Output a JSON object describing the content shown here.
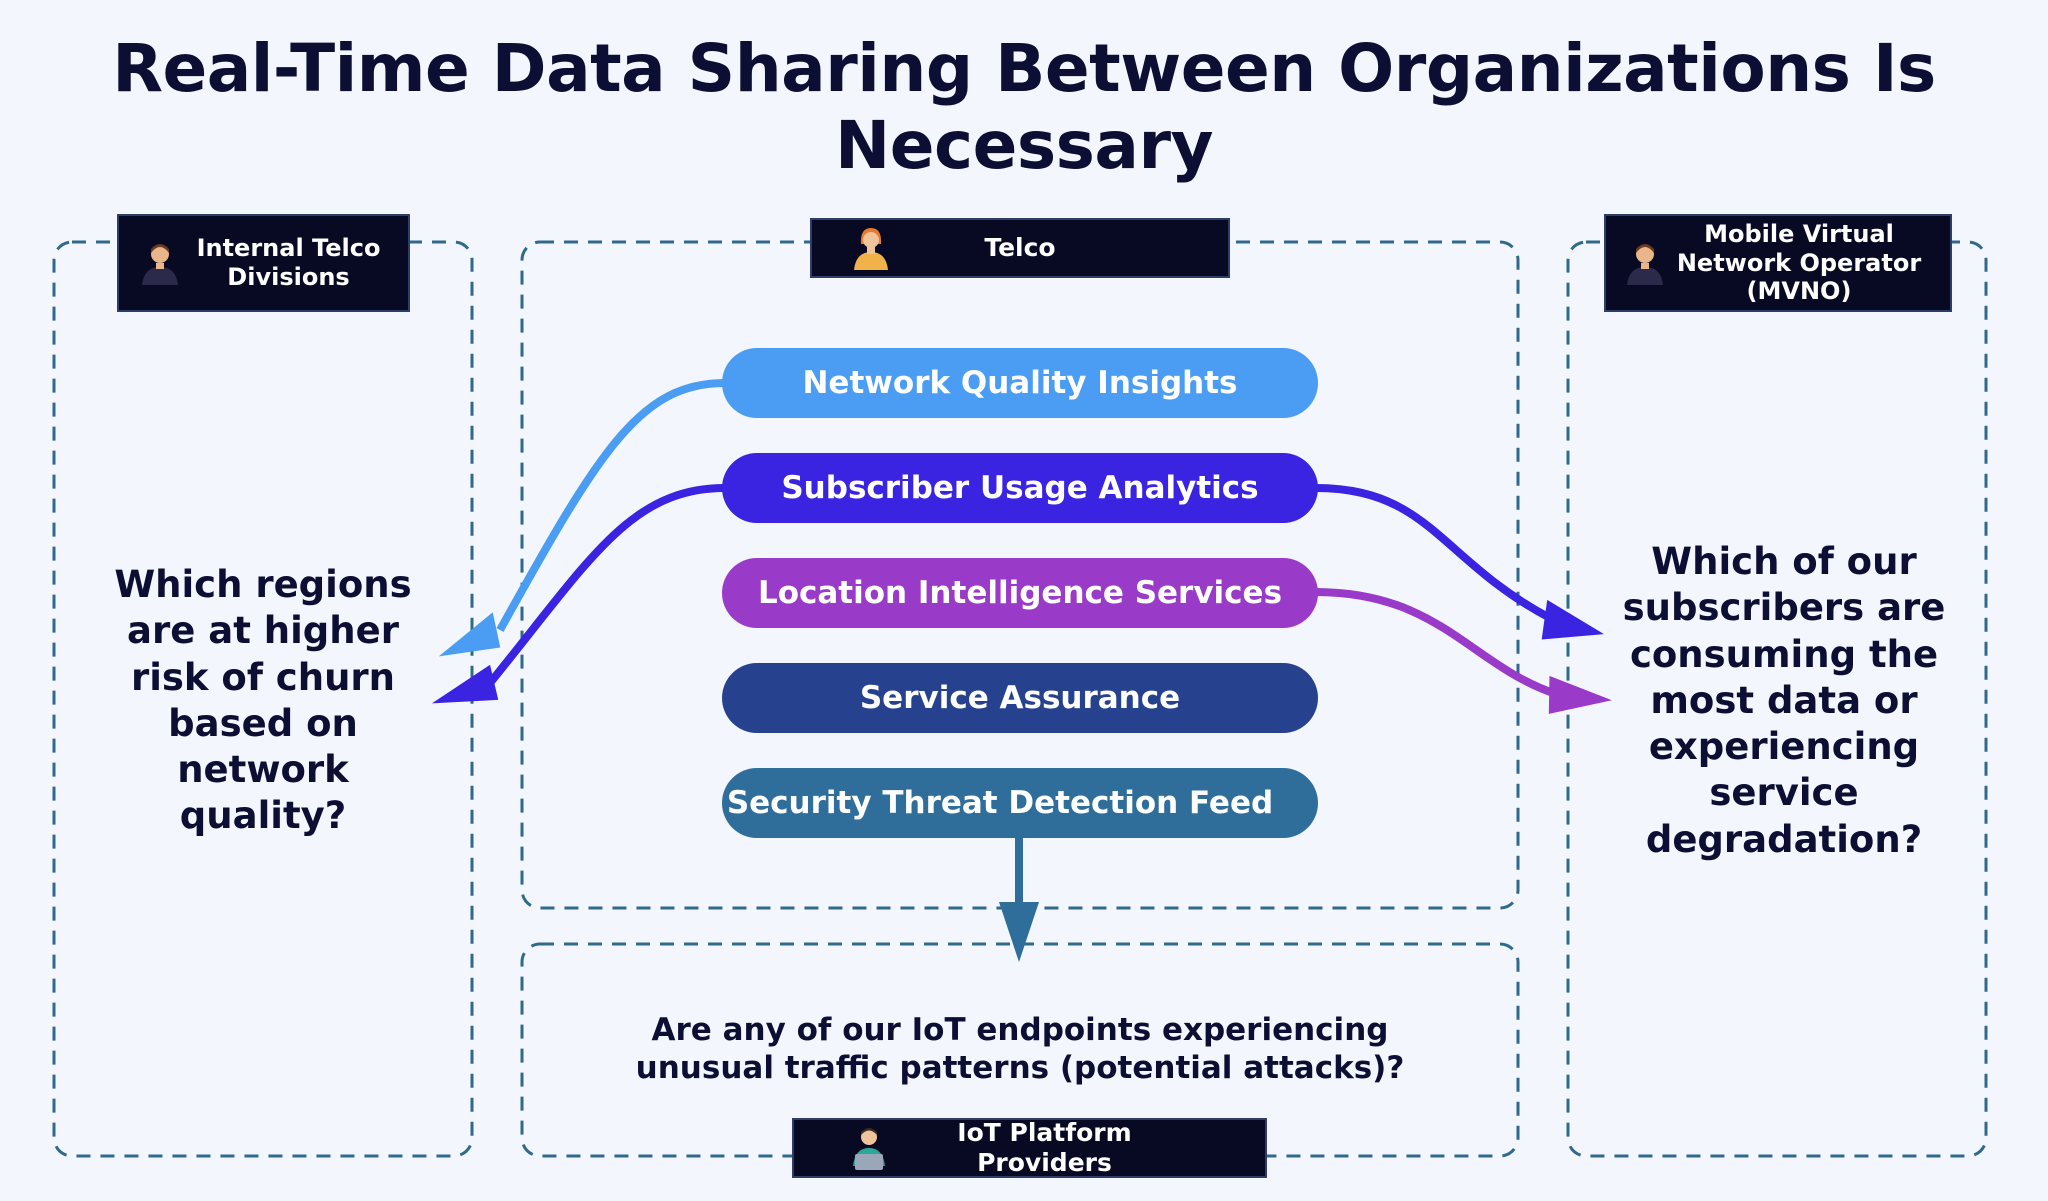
{
  "title": "Real-Time Data Sharing Between Organizations Is Necessary",
  "actors": {
    "internal": {
      "lines": [
        "Internal Telco",
        "Divisions"
      ],
      "icon": "person-icon"
    },
    "telco": {
      "label": "Telco",
      "icon": "person-icon"
    },
    "mvno": {
      "lines": [
        "Mobile Virtual",
        "Network Operator",
        "(MVNO)"
      ],
      "icon": "person-icon"
    },
    "iot": {
      "label": "IoT Platform Providers",
      "icon": "person-laptop-icon"
    }
  },
  "data_products": [
    {
      "label": "Network Quality Insights",
      "color": "#4a9df2"
    },
    {
      "label": "Subscriber Usage Analytics",
      "color": "#3a24e2"
    },
    {
      "label": "Location Intelligence Services",
      "color": "#9a3ac8"
    },
    {
      "label": "Service Assurance",
      "color": "#26428f"
    },
    {
      "label": "Security Threat Detection Feed",
      "color": "#2f6e9b"
    }
  ],
  "questions": {
    "internal": [
      "Which regions",
      "are at higher",
      "risk of churn",
      "based on",
      "network",
      "quality?"
    ],
    "mvno": [
      "Which of our",
      "subscribers are",
      "consuming the",
      "most data or",
      "experiencing",
      "service",
      "degradation?"
    ],
    "iot": [
      "Are any of our IoT endpoints experiencing",
      "unusual traffic patterns (potential attacks)?"
    ]
  },
  "colors": {
    "dash": "#2f6a8c",
    "label_bg": "#080a24",
    "text": "#0c0f33"
  }
}
